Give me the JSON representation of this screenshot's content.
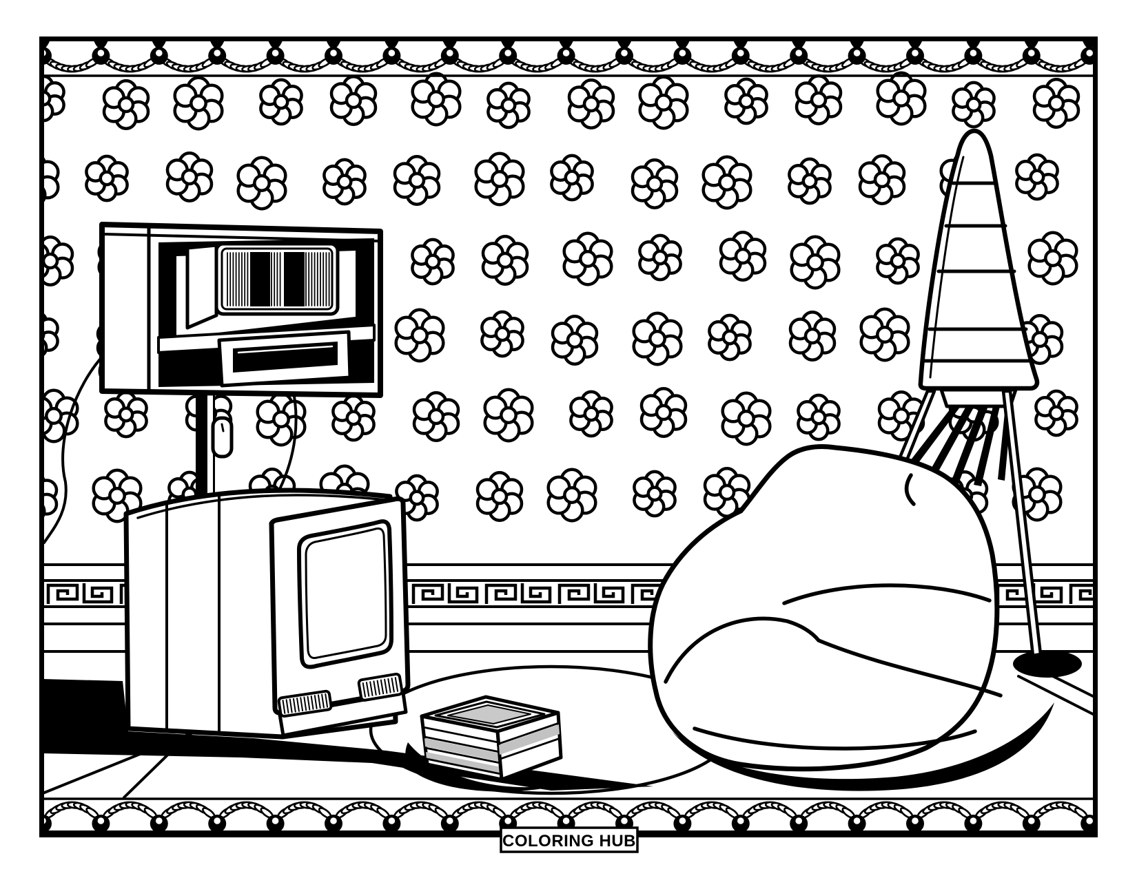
{
  "page": {
    "type": "coloring-book-page",
    "paper_color": "#ffffff",
    "ink_color": "#000000",
    "footer_label": "COLORING HUB"
  },
  "colors": {
    "book_cover_gray": "#c9c9c9",
    "book_stripe_gray": "#c2c2c2"
  },
  "scene": {
    "objects": [
      {
        "name": "floral-wallpaper"
      },
      {
        "name": "lace-border-top"
      },
      {
        "name": "lace-border-bottom"
      },
      {
        "name": "greek-key-wainscot-border"
      },
      {
        "name": "wall-mounted-hifi-shelf"
      },
      {
        "name": "crt-television"
      },
      {
        "name": "magazine-stack"
      },
      {
        "name": "oval-rug"
      },
      {
        "name": "bean-bag-chair"
      },
      {
        "name": "striped-cone-floor-lamp"
      }
    ]
  }
}
